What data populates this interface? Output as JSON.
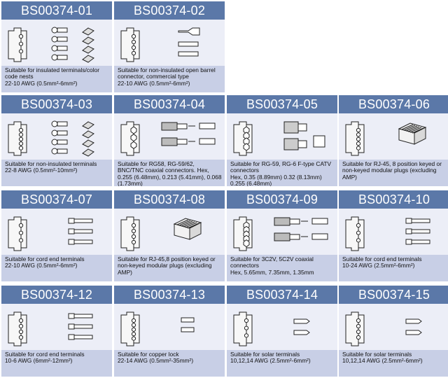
{
  "colors": {
    "header_bg": "#5b78a8",
    "image_bg": "#eceef7",
    "text_bg": "#c8cfe6"
  },
  "products": [
    {
      "code": "BS00374-01",
      "description": "Suitable for insulated terminals/color code nests\n22-10 AWG (0.5mm²-6mm²)",
      "image": "crimp-die-insulated-terminals"
    },
    {
      "code": "BS00374-02",
      "description": "Suitable for non-insulated open barrel connector, commercial type\n22-10 AWG (0.5mm²-6mm²)",
      "image": "crimp-die-open-barrel"
    },
    {
      "code": "BS00374-03",
      "description": "Suitable for non-insulated terminals\n22-8 AWG (0.5mm²-10mm²)",
      "image": "crimp-die-non-insulated"
    },
    {
      "code": "BS00374-04",
      "description": "Suitable for RG58, RG-59/62, BNC/TNC coaxial connectors. Hex, 0.255 (6.48mm), 0.213 (5.41mm), 0.068 (1.73mm)",
      "image": "crimp-die-coaxial-bnc"
    },
    {
      "code": "BS00374-05",
      "description": "Suitable for RG-59, RG-6 F-type CATV connectors\nHex, 0.35 (8.89mm) 0.32 (8.13mm) 0.255 (6.48mm)",
      "image": "crimp-die-f-type"
    },
    {
      "code": "BS00374-06",
      "description": "Suitable for RJ-45, 8 position keyed or non-keyed modular plugs (excluding AMP)",
      "image": "crimp-die-rj45"
    },
    {
      "code": "BS00374-07",
      "description": "Suitable for cord end terminals\n22-10 AWG (0.5mm²-6mm²)",
      "image": "crimp-die-cord-end"
    },
    {
      "code": "BS00374-08",
      "description": "Suitable for RJ-45,8 position keyed or non-keyed modular plugs (excluding AMP)",
      "image": "crimp-die-rj45-b"
    },
    {
      "code": "BS00374-09",
      "description": "Suitable for 3C2V, 5C2V coaxial connectors\nHex, 5.65mm, 7.35mm, 1.35mm",
      "image": "crimp-die-3c2v"
    },
    {
      "code": "BS00374-10",
      "description": "Suitable for cord end terminals\n10-24 AWG (2.5mm²-6mm²)",
      "image": "crimp-die-cord-end-b"
    },
    {
      "code": "BS00374-12",
      "description": "Suitable for cord end terminals\n10-6 AWG (6mm²-12mm²)",
      "image": "crimp-die-cord-end-c"
    },
    {
      "code": "BS00374-13",
      "description": "Suitable for copper lock\n22-14 AWG (0.5mm²-35mm²)",
      "image": "crimp-die-copper-lock"
    },
    {
      "code": "BS00374-14",
      "description": "Suitable for solar terminals\n10,12,14 AWG (2.5mm²-6mm²)",
      "image": "crimp-die-solar"
    },
    {
      "code": "BS00374-15",
      "description": "Suitable for solar terminals\n10,12,14 AWG (2.5mm²-6mm²)",
      "image": "crimp-die-solar-b"
    }
  ]
}
